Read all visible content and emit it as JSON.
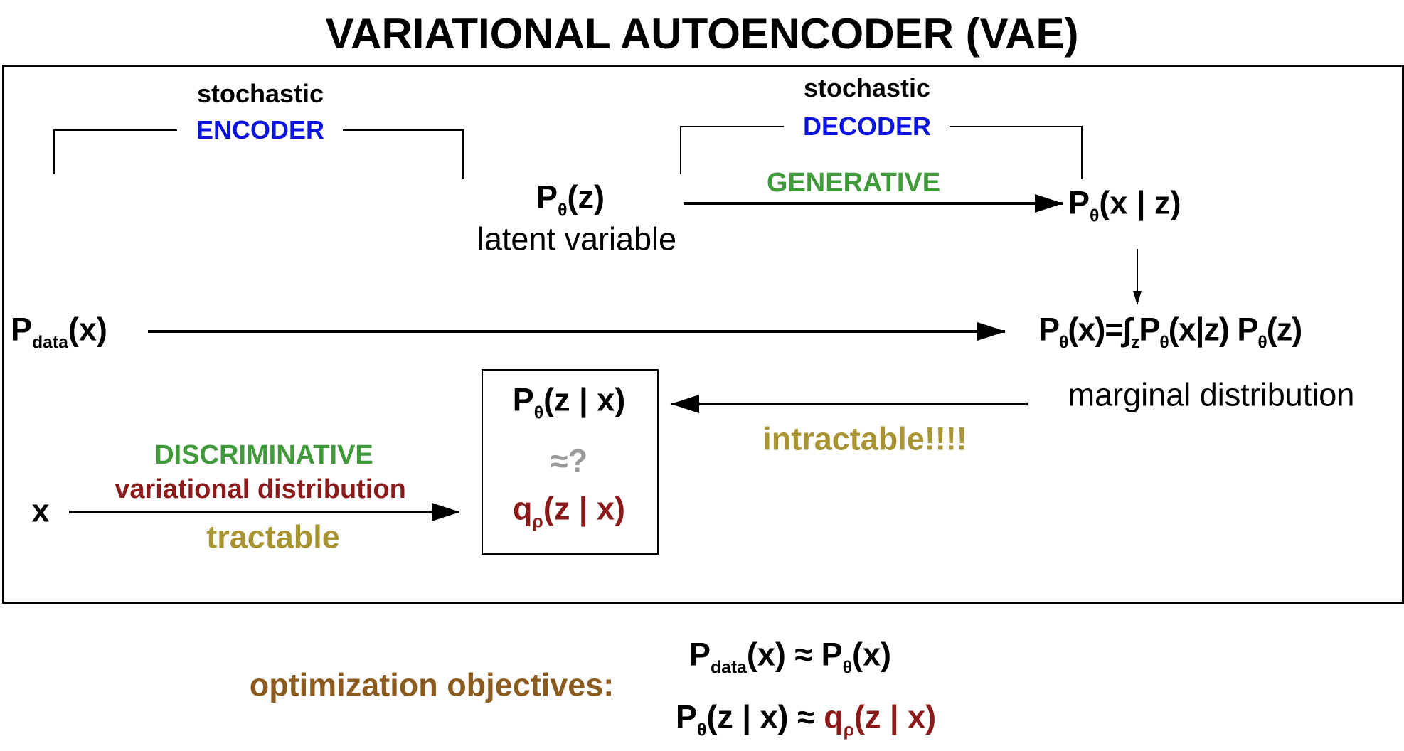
{
  "title": "VARIATIONAL AUTOENCODER (VAE)",
  "encoder": {
    "qualifier": "stochastic",
    "label": "ENCODER"
  },
  "decoder": {
    "qualifier": "stochastic",
    "label": "DECODER"
  },
  "prior": {
    "p": "P",
    "sub": "θ",
    "arg": "(z)",
    "caption": "latent variable"
  },
  "generative_label": "GENERATIVE",
  "likelihood": {
    "p": "P",
    "sub": "θ",
    "arg": "(x | z)"
  },
  "data_dist": {
    "p": "P",
    "sub": "data",
    "arg": "(x)"
  },
  "marginal": {
    "p1": "P",
    "sub1": "θ",
    "arg1": "(x)=∫",
    "intsub": "z",
    "p2": "P",
    "sub2": "θ",
    "arg2": "(x|z) ",
    "p3": "P",
    "sub3": "θ",
    "arg3": "(z)",
    "caption": "marginal distribution"
  },
  "intractable_label": "intractable!!!!",
  "posterior_box": {
    "posterior": {
      "p": "P",
      "sub": "θ",
      "arg": "(z | x)"
    },
    "approx": "≈?",
    "variational": {
      "q": "q",
      "sub": "ρ",
      "arg": "(z | x)"
    }
  },
  "input_x": "x",
  "discriminative_label": "DISCRIMINATIVE",
  "variational_label": "variational distribution",
  "tractable_label": "tractable",
  "objectives": {
    "label": "optimization objectives:",
    "eq1": {
      "p1": "P",
      "sub1": "data",
      "arg1": "(x) ≈ ",
      "p2": "P",
      "sub2": "θ",
      "arg2": "(x)"
    },
    "eq2": {
      "p1": "P",
      "sub1": "θ",
      "arg1": "(z | x) ≈ ",
      "q": "q",
      "sub2": "ρ",
      "arg2": "(z | x)"
    }
  },
  "colors": {
    "encoder_decoder": "#0a14dc",
    "generative": "#3f9a3a",
    "tractable": "#a89433",
    "variational": "#8b1a1a",
    "objectives": "#8b5a1e"
  }
}
